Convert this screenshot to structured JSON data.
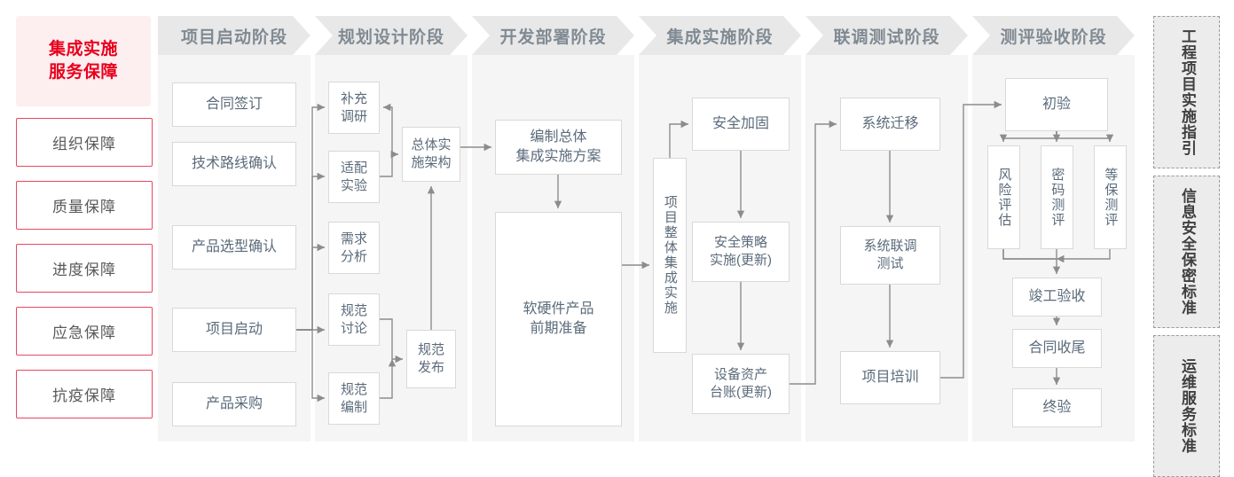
{
  "left_sidebar": {
    "title": "集成实施\n服务保障",
    "title_line1": "集成实施",
    "title_line2": "服务保障",
    "items": [
      {
        "label": "组织保障"
      },
      {
        "label": "质量保障"
      },
      {
        "label": "进度保障"
      },
      {
        "label": "应急保障"
      },
      {
        "label": "抗疫保障"
      }
    ]
  },
  "phases": [
    {
      "header": "项目启动阶段",
      "nodes": [
        {
          "label": "合同签订"
        },
        {
          "label": "技术路线确认"
        },
        {
          "label": "产品选型确认"
        },
        {
          "label": "项目启动"
        },
        {
          "label": "产品采购"
        }
      ]
    },
    {
      "header": "规划设计阶段",
      "nodes": [
        {
          "label": "补充\n调研",
          "l1": "补充",
          "l2": "调研"
        },
        {
          "label": "适配\n实验",
          "l1": "适配",
          "l2": "实验"
        },
        {
          "label": "需求\n分析",
          "l1": "需求",
          "l2": "分析"
        },
        {
          "label": "规范\n讨论",
          "l1": "规范",
          "l2": "讨论"
        },
        {
          "label": "规范\n编制",
          "l1": "规范",
          "l2": "编制"
        },
        {
          "label": "总体实\n施架构",
          "l1": "总体实",
          "l2": "施架构"
        },
        {
          "label": "规范\n发布",
          "l1": "规范",
          "l2": "发布"
        }
      ]
    },
    {
      "header": "开发部署阶段",
      "nodes": [
        {
          "label": "编制总体\n集成实施方案",
          "l1": "编制总体",
          "l2": "集成实施方案"
        },
        {
          "label": "软硬件产品\n前期准备",
          "l1": "软硬件产品",
          "l2": "前期准备"
        }
      ]
    },
    {
      "header": "集成实施阶段",
      "nodes": [
        {
          "label": "项目整体集成实施"
        },
        {
          "label": "安全加固"
        },
        {
          "label": "安全策略\n实施(更新)",
          "l1": "安全策略",
          "l2": "实施(更新)"
        },
        {
          "label": "设备资产\n台账(更新)",
          "l1": "设备资产",
          "l2": "台账(更新)"
        }
      ]
    },
    {
      "header": "联调测试阶段",
      "nodes": [
        {
          "label": "系统迁移"
        },
        {
          "label": "系统联调\n测试",
          "l1": "系统联调",
          "l2": "测试"
        },
        {
          "label": "项目培训"
        }
      ]
    },
    {
      "header": "测评验收阶段",
      "nodes": [
        {
          "label": "初验"
        },
        {
          "label": "风险评估"
        },
        {
          "label": "密码测评"
        },
        {
          "label": "等保测评"
        },
        {
          "label": "竣工验收"
        },
        {
          "label": "合同收尾"
        },
        {
          "label": "终验"
        }
      ]
    }
  ],
  "right_sidebar": {
    "items": [
      {
        "label": "工程项目实施指引"
      },
      {
        "label": "信息安全保密标准"
      },
      {
        "label": "运维服务标准"
      }
    ]
  },
  "colors": {
    "accent_red": "#e8001c",
    "title_bg": "#fdeef0",
    "guarantee_border": "#e8475f",
    "phase_header_bg": "#e8e8e8",
    "phase_header_text": "#808a93",
    "phase_body_bg": "#f5f5f5",
    "node_border": "#d9d9d9",
    "node_text": "#5b6b7b",
    "wire": "#8c8c8c",
    "std_bg": "#ececec",
    "std_border": "#9a9a9a"
  }
}
